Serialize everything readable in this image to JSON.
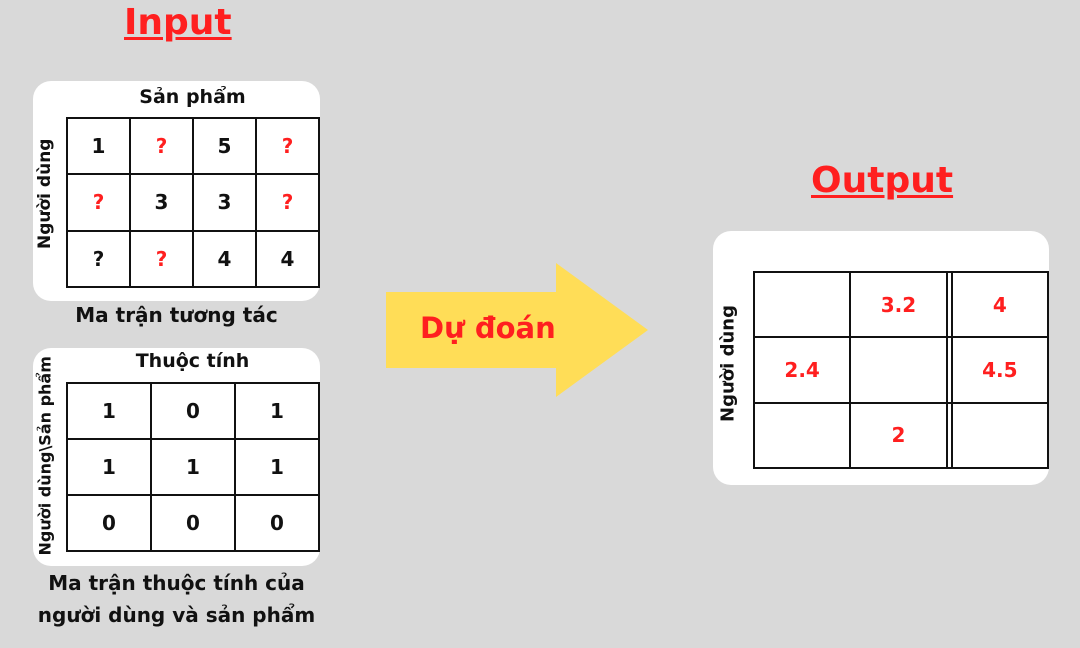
{
  "input_title": "Input",
  "output_title": "Output",
  "arrow_label": "Dự đoán",
  "interaction": {
    "header": "Sản phẩm",
    "row_label": "Người dùng",
    "caption": "Ma trận tương tác",
    "rows": [
      [
        {
          "v": "1",
          "red": false
        },
        {
          "v": "?",
          "red": true
        },
        {
          "v": "5",
          "red": false
        },
        {
          "v": "?",
          "red": true
        }
      ],
      [
        {
          "v": "?",
          "red": true
        },
        {
          "v": "3",
          "red": false
        },
        {
          "v": "3",
          "red": false
        },
        {
          "v": "?",
          "red": true
        }
      ],
      [
        {
          "v": "?",
          "red": false
        },
        {
          "v": "?",
          "red": true
        },
        {
          "v": "4",
          "red": false
        },
        {
          "v": "4",
          "red": false
        }
      ]
    ]
  },
  "attributes": {
    "header": "Thuộc tính",
    "row_label": "Người dùng\\Sản phẩm",
    "caption_line1": "Ma trận thuộc tính của",
    "caption_line2": "người dùng và sản phẩm",
    "rows": [
      [
        {
          "v": "1",
          "red": false
        },
        {
          "v": "0",
          "red": false
        },
        {
          "v": "1",
          "red": false
        }
      ],
      [
        {
          "v": "1",
          "red": false
        },
        {
          "v": "1",
          "red": false
        },
        {
          "v": "1",
          "red": false
        }
      ],
      [
        {
          "v": "0",
          "red": false
        },
        {
          "v": "0",
          "red": false
        },
        {
          "v": "0",
          "red": false
        }
      ]
    ]
  },
  "output": {
    "row_label": "Người dùng",
    "rows": [
      [
        {
          "v": "",
          "red": true
        },
        {
          "v": "3.2",
          "red": true
        },
        {
          "v": "",
          "red": true
        },
        {
          "v": "4",
          "red": true
        }
      ],
      [
        {
          "v": "2.4",
          "red": true
        },
        {
          "v": "",
          "red": true
        },
        {
          "v": "",
          "red": true
        },
        {
          "v": "4.5",
          "red": true
        }
      ],
      [
        {
          "v": "",
          "red": true
        },
        {
          "v": "2",
          "red": true
        },
        {
          "v": "",
          "red": true
        },
        {
          "v": "",
          "red": true
        }
      ]
    ]
  },
  "colors": {
    "background": "#d9d9d9",
    "accent_red": "#ff1f1f",
    "arrow_yellow": "#ffdd57",
    "card": "#ffffff"
  }
}
